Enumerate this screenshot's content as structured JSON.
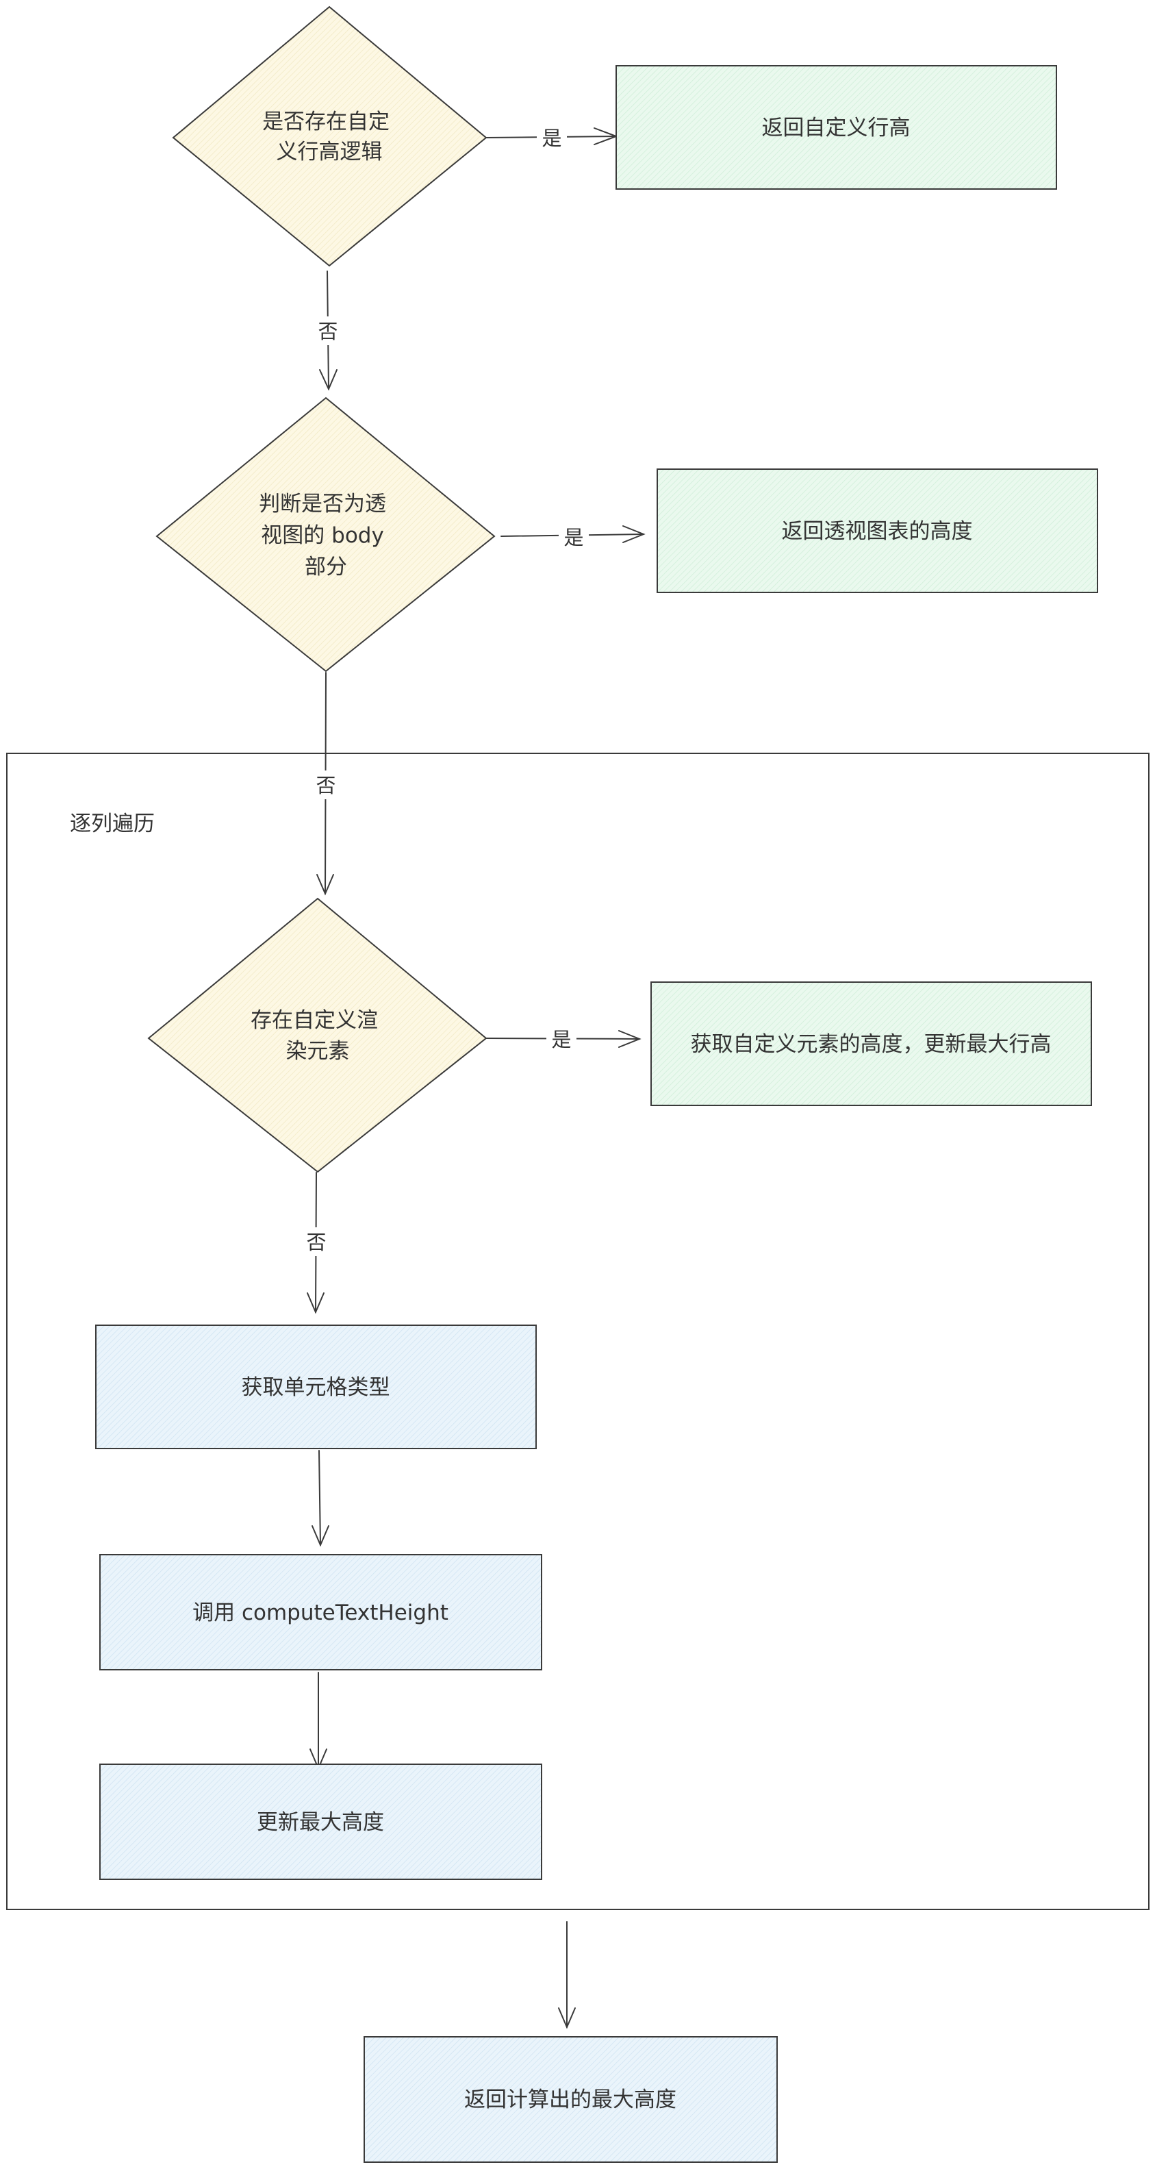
{
  "colors": {
    "decision_fill": "#fdf8e4",
    "return_fill": "#eaf9ee",
    "process_fill": "#eaf4fb",
    "stroke": "#3a3a3a",
    "text": "#333333"
  },
  "nodes": {
    "n1": {
      "lines": [
        "是否存在自定",
        "义行高逻辑"
      ]
    },
    "n2": {
      "lines": [
        "返回自定义行高"
      ]
    },
    "n3": {
      "lines": [
        "判断是否为透",
        "视图的 body",
        "部分"
      ]
    },
    "n4": {
      "lines": [
        "返回透视图表的高度"
      ]
    },
    "n5": {
      "lines": [
        "存在自定义渲",
        "染元素"
      ]
    },
    "n6": {
      "lines": [
        "获取自定义元素的高度，更新最大行高"
      ]
    },
    "n7": {
      "lines": [
        "获取单元格类型"
      ]
    },
    "n8": {
      "lines": [
        "调用 computeTextHeight"
      ]
    },
    "n9": {
      "lines": [
        "更新最大高度"
      ]
    },
    "n10": {
      "lines": [
        "返回计算出的最大高度"
      ]
    }
  },
  "group": {
    "label": "逐列遍历"
  },
  "edge_labels": {
    "yes": "是",
    "no": "否"
  }
}
